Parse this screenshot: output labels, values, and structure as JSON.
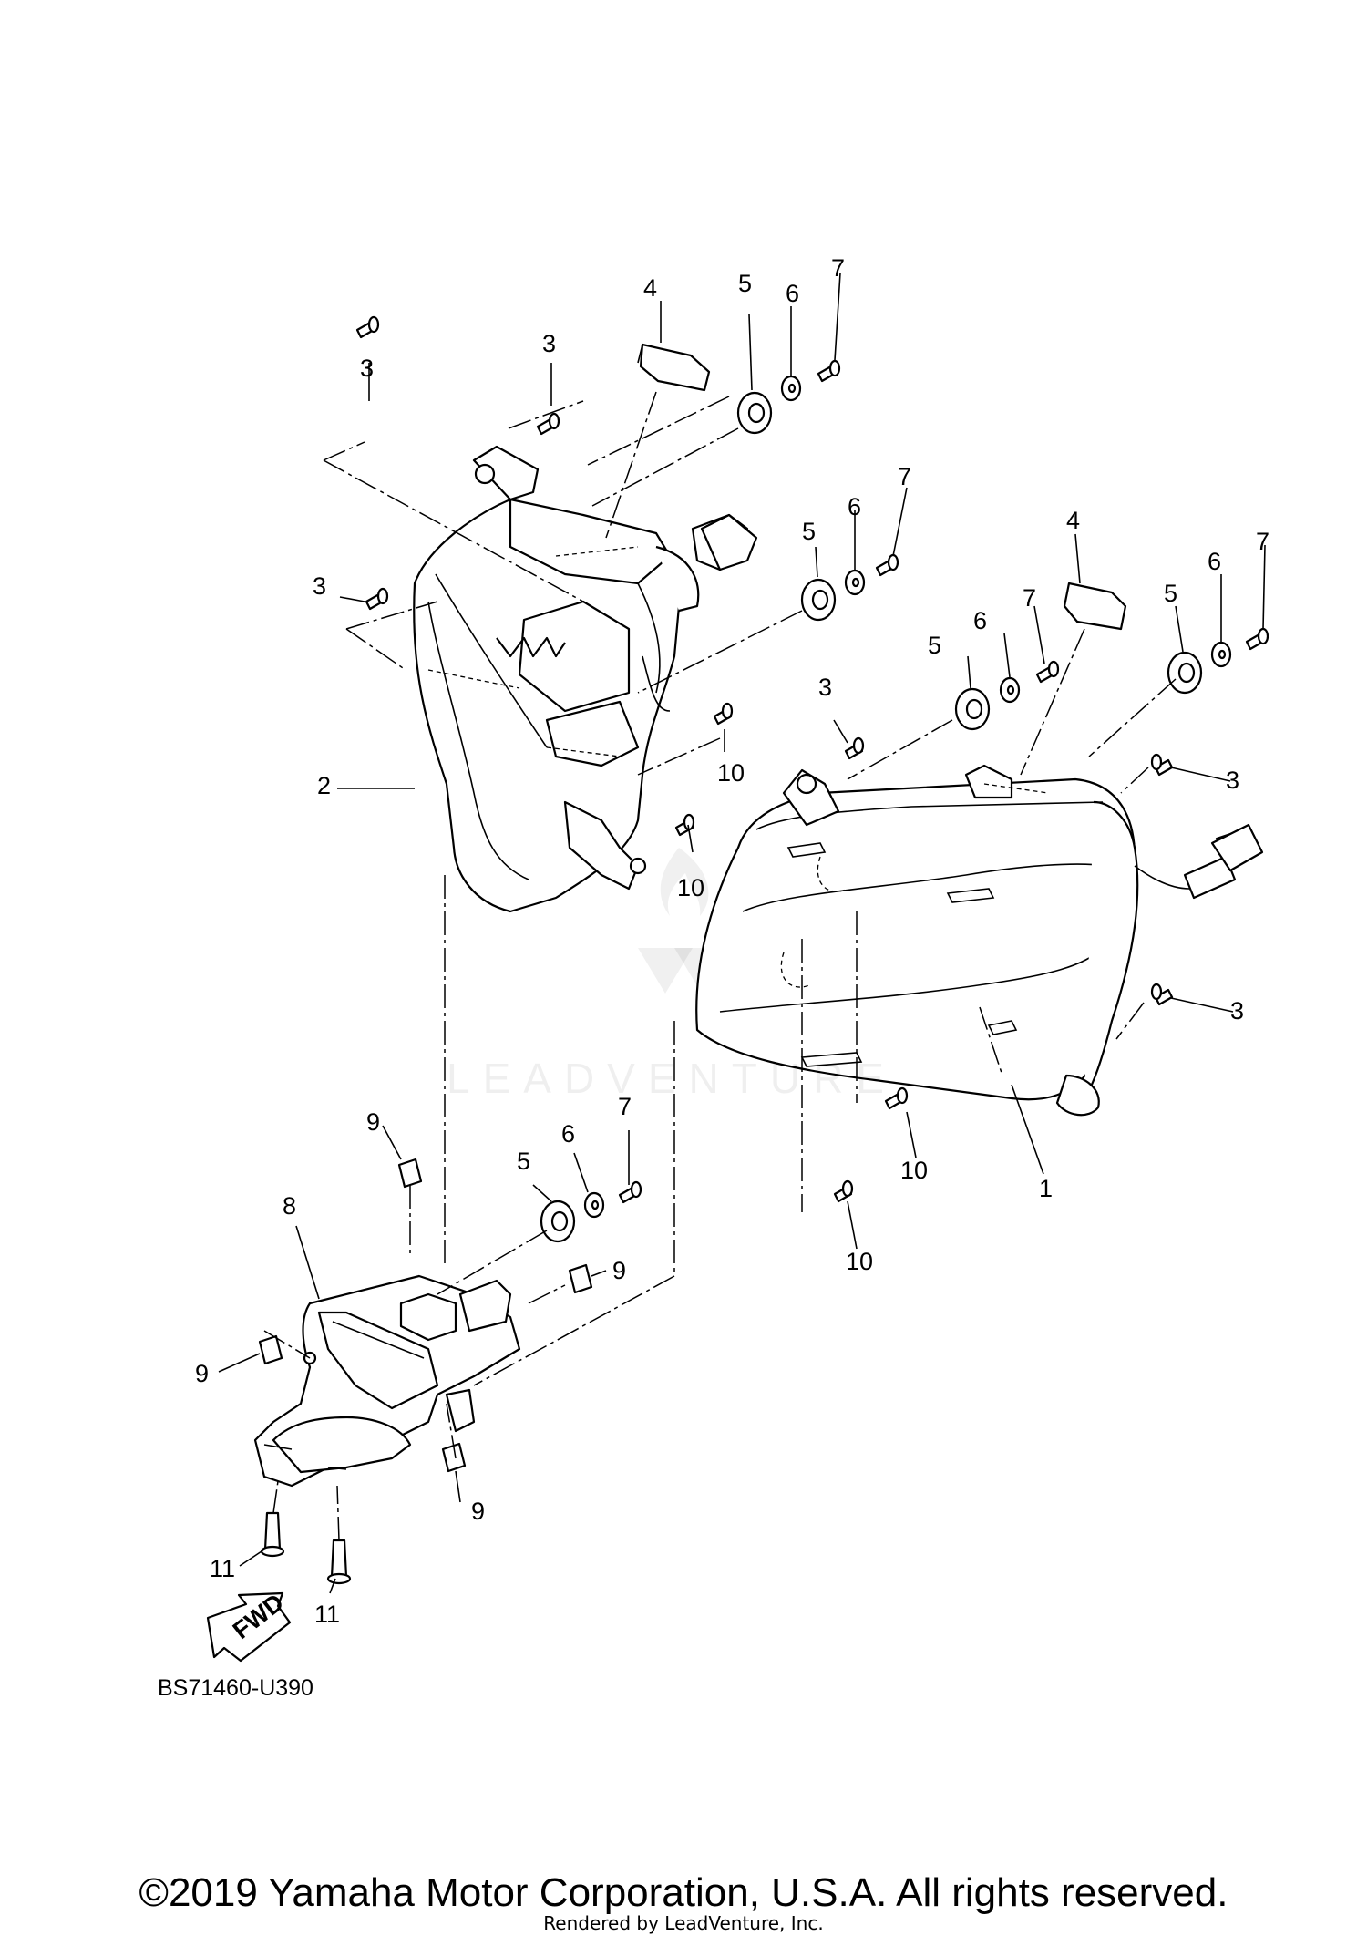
{
  "diagram": {
    "code": "BS71460-U390",
    "fwd_label": "FWD",
    "callouts": [
      {
        "id": "c-1",
        "label": "1"
      },
      {
        "id": "c-2",
        "label": "2"
      },
      {
        "id": "c-3a",
        "label": "3"
      },
      {
        "id": "c-3b",
        "label": "3"
      },
      {
        "id": "c-3c",
        "label": "3"
      },
      {
        "id": "c-3d",
        "label": "3"
      },
      {
        "id": "c-3e",
        "label": "3"
      },
      {
        "id": "c-3f",
        "label": "3"
      },
      {
        "id": "c-4a",
        "label": "4"
      },
      {
        "id": "c-4b",
        "label": "4"
      },
      {
        "id": "c-5a",
        "label": "5"
      },
      {
        "id": "c-5b",
        "label": "5"
      },
      {
        "id": "c-5c",
        "label": "5"
      },
      {
        "id": "c-5d",
        "label": "5"
      },
      {
        "id": "c-5e",
        "label": "5"
      },
      {
        "id": "c-6a",
        "label": "6"
      },
      {
        "id": "c-6b",
        "label": "6"
      },
      {
        "id": "c-6c",
        "label": "6"
      },
      {
        "id": "c-6d",
        "label": "6"
      },
      {
        "id": "c-6e",
        "label": "6"
      },
      {
        "id": "c-7a",
        "label": "7"
      },
      {
        "id": "c-7b",
        "label": "7"
      },
      {
        "id": "c-7c",
        "label": "7"
      },
      {
        "id": "c-7d",
        "label": "7"
      },
      {
        "id": "c-7e",
        "label": "7"
      },
      {
        "id": "c-8",
        "label": "8"
      },
      {
        "id": "c-9a",
        "label": "9"
      },
      {
        "id": "c-9b",
        "label": "9"
      },
      {
        "id": "c-9c",
        "label": "9"
      },
      {
        "id": "c-9d",
        "label": "9"
      },
      {
        "id": "c-10a",
        "label": "10"
      },
      {
        "id": "c-10b",
        "label": "10"
      },
      {
        "id": "c-10c",
        "label": "10"
      },
      {
        "id": "c-10d",
        "label": "10"
      },
      {
        "id": "c-11a",
        "label": "11"
      },
      {
        "id": "c-11b",
        "label": "11"
      }
    ]
  },
  "watermark": {
    "brand": "LEADVENTURE"
  },
  "footer": {
    "copyright": "©2019 Yamaha Motor Corporation, U.S.A. All rights reserved.",
    "rendered_by": "Rendered by LeadVenture, Inc."
  }
}
